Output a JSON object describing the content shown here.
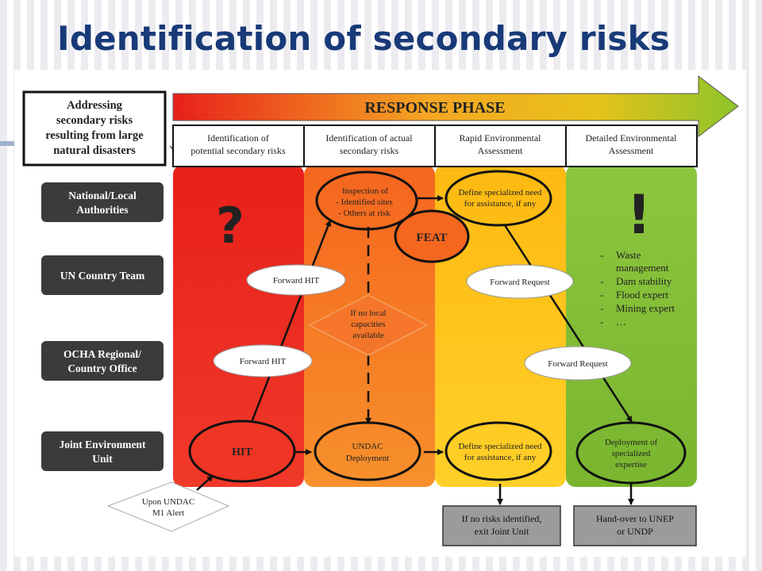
{
  "slide": {
    "title": "Identification of secondary risks"
  },
  "diagram": {
    "side_note": [
      "Addressing",
      "secondary risks",
      "resulting from large",
      "natural disasters"
    ],
    "phase_label": "RESPONSE PHASE",
    "columns": [
      {
        "lines": [
          "Identification of",
          "potential secondary risks"
        ]
      },
      {
        "lines": [
          "Identification of actual",
          "secondary risks"
        ]
      },
      {
        "lines": [
          "Rapid Environmental",
          "Assessment"
        ]
      },
      {
        "lines": [
          "Detailed Environmental",
          "Assessment"
        ]
      }
    ],
    "actors": [
      [
        "National/Local",
        "Authorities"
      ],
      [
        "UN Country Team"
      ],
      [
        "OCHA Regional/",
        "Country Office"
      ],
      [
        "Joint Environment",
        "Unit"
      ]
    ],
    "question_mark": "?",
    "exclamation_mark": "!",
    "experts": [
      "Waste",
      "management",
      "Dam stability",
      "Flood expert",
      "Mining expert",
      "…"
    ],
    "nodes": {
      "inspection": [
        "Inspection of",
        "- Identified sites",
        "- Others at risk"
      ],
      "define_need_top": [
        "Define specialized need",
        "for assistance, if any"
      ],
      "feat": "FEAT",
      "hit": "HIT",
      "undac": [
        "UNDAC",
        "Deployment"
      ],
      "define_need_bottom": [
        "Define specialized need",
        "for assistance, if any"
      ],
      "deployment": [
        "Deployment of",
        "specialized",
        "expertise"
      ]
    },
    "labels": {
      "forward_hit_upper": "Forward HIT",
      "forward_hit_lower": "Forward HIT",
      "forward_request_upper": "Forward Request",
      "forward_request_lower": "Forward Request"
    },
    "decision": [
      "If no local",
      "capacities",
      "available"
    ],
    "trigger": [
      "Upon UNDAC",
      "M1 Alert"
    ],
    "outcomes": {
      "exit": [
        "If no risks identified,",
        "exit Joint Unit"
      ],
      "handover": [
        "Hand-over to UNEP",
        "or UNDP"
      ]
    }
  }
}
